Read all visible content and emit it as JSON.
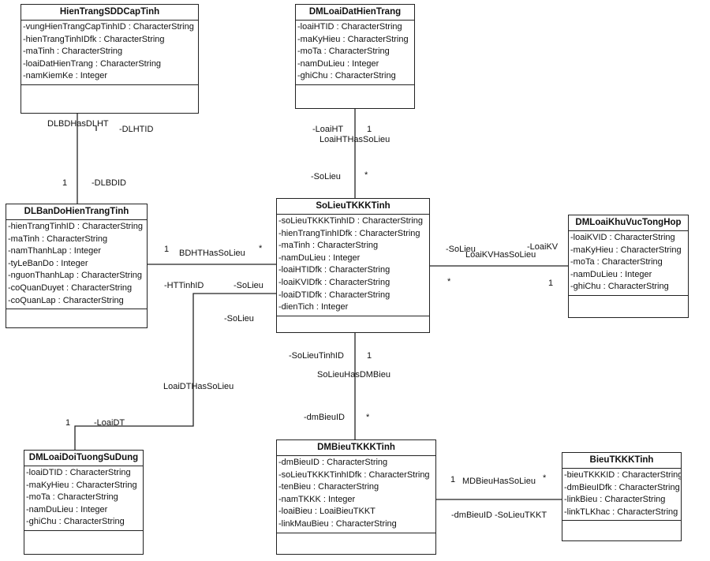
{
  "classes": {
    "hientrang": {
      "name": "HienTrangSDDCapTinh",
      "attributes": [
        "-vungHienTrangCapTinhID : CharacterString",
        "-hienTrangTinhIDfk : CharacterString",
        "-maTinh : CharacterString",
        "-loaiDatHienTrang : CharacterString",
        "-namKiemKe : Integer"
      ]
    },
    "dmloaidat": {
      "name": "DMLoaiDatHienTrang",
      "attributes": [
        "-loaiHTID : CharacterString",
        "-maKyHieu : CharacterString",
        "-moTa : CharacterString",
        "-namDuLieu : Integer",
        "-ghiChu : CharacterString"
      ]
    },
    "dlbando": {
      "name": "DLBanDoHienTrangTinh",
      "attributes": [
        "-hienTrangTinhID : CharacterString",
        "-maTinh : CharacterString",
        "-namThanhLap : Integer",
        "-tyLeBanDo : Integer",
        "-nguonThanhLap : CharacterString",
        "-coQuanDuyet : CharacterString",
        "-coQuanLap : CharacterString"
      ]
    },
    "solieu": {
      "name": "SoLieuTKKKTinh",
      "attributes": [
        "-soLieuTKKKTinhID : CharacterString",
        "-hienTrangTinhIDfk : CharacterString",
        "-maTinh : CharacterString",
        "-namDuLieu : Integer",
        "-loaiHTIDfk : CharacterString",
        "-loaiKVIDfk : CharacterString",
        "-loaiDTIDfk : CharacterString",
        "-dienTich : Integer"
      ]
    },
    "dmkhuvuc": {
      "name": "DMLoaiKhuVucTongHop",
      "attributes": [
        "-loaiKVID : CharacterString",
        "-maKyHieu : CharacterString",
        "-moTa : CharacterString",
        "-namDuLieu : Integer",
        "-ghiChu : CharacterString"
      ]
    },
    "dmdoituong": {
      "name": "DMLoaiDoiTuongSuDung",
      "attributes": [
        "-loaiDTID : CharacterString",
        "-maKyHieu : CharacterString",
        "-moTa : CharacterString",
        "-namDuLieu : Integer",
        "-ghiChu : CharacterString"
      ]
    },
    "dmbieu": {
      "name": "DMBieuTKKKTinh",
      "attributes": [
        "-dmBieuID : CharacterString",
        "-soLieuTKKKTinhIDfk : CharacterString",
        "-tenBieu : CharacterString",
        "-namTKKK : Integer",
        "-loaiBieu : LoaiBieuTKKT",
        "-linkMauBieu : CharacterString"
      ]
    },
    "bieu": {
      "name": "BieuTKKKTinh",
      "attributes": [
        "-bieuTKKKID : CharacterString",
        "-dmBieuIDfk : CharacterString",
        "-linkBieu : CharacterString",
        "-linkTLKhac : CharacterString"
      ]
    }
  },
  "labels": {
    "dlbdhasdlht": "DLBDHasDLHT",
    "role_dlhtid": "-DLHTID",
    "mult_one_a": "1",
    "role_dlbdid": "-DLBDID",
    "role_loaiht": "-LoaiHT",
    "mult_one_b": "1",
    "loaihthassolieu": "LoaiHTHasSoLieu",
    "role_solieu_a": "-SoLieu",
    "mult_many_a": "*",
    "mult_one_c": "1",
    "bdhthassolieu": "BDHTHasSoLieu",
    "mult_many_b": "*",
    "role_httinhid": "-HTTinhID",
    "role_solieu_b": "-SoLieu",
    "role_solieu_c": "-SoLieu",
    "role_solieu_d": "-SoLieu",
    "loaikvhassolieu": "LoaiKVHasSoLieu",
    "role_loaikv": "-LoaiKV",
    "mult_many_c": "*",
    "mult_one_d": "1",
    "loaidthassolieu": "LoaiDTHasSoLieu",
    "mult_one_e": "1",
    "role_loaidt": "-LoaiDT",
    "role_solieutinhid": "-SoLieuTinhID",
    "mult_one_f": "1",
    "solieuhasdmbieu": "SoLieuHasDMBieu",
    "role_dmbieuid": "-dmBieuID",
    "mult_many_d": "*",
    "mult_one_g": "1",
    "mdbieuhassolieu": "MDBieuHasSoLieu",
    "mult_many_e": "*",
    "role_dmbieuid_solieutkkt": "-dmBieuID -SoLieuTKKT"
  }
}
